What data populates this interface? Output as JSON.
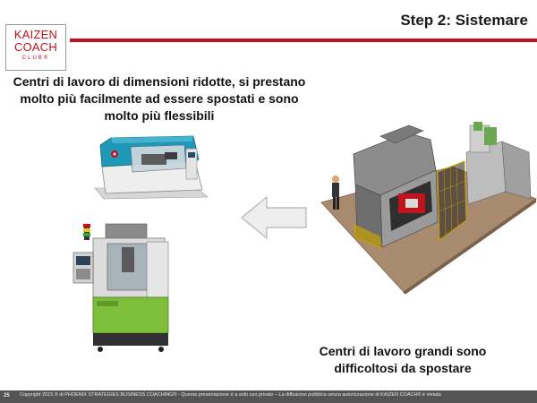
{
  "header": {
    "title": "Step 2: Sistemare",
    "logo": {
      "line1": "KAIZEN",
      "line2": "COACH",
      "line3": "CLUB®"
    }
  },
  "content": {
    "small_centers_text": "Centri di lavoro di dimensioni ridotte, si prestano molto più facilmente ad essere spostati e sono molto più flessibili",
    "large_centers_text": "Centri di lavoro grandi sono difficoltosi da spostare"
  },
  "footer": {
    "page_number": "25",
    "copyright": "Copyright 2015 © di PHOENIX STRATEGIES BUSINESS COACHING® - Questa presentazione è a solo uso privato – La diffusione pubblica senza autorizzazione di KAIZEN COACH® è vietata"
  },
  "colors": {
    "accent_red": "#c0141c",
    "footer_gray": "#545454",
    "machine_teal": "#1f97b6",
    "machine_green": "#7dbf3a"
  }
}
